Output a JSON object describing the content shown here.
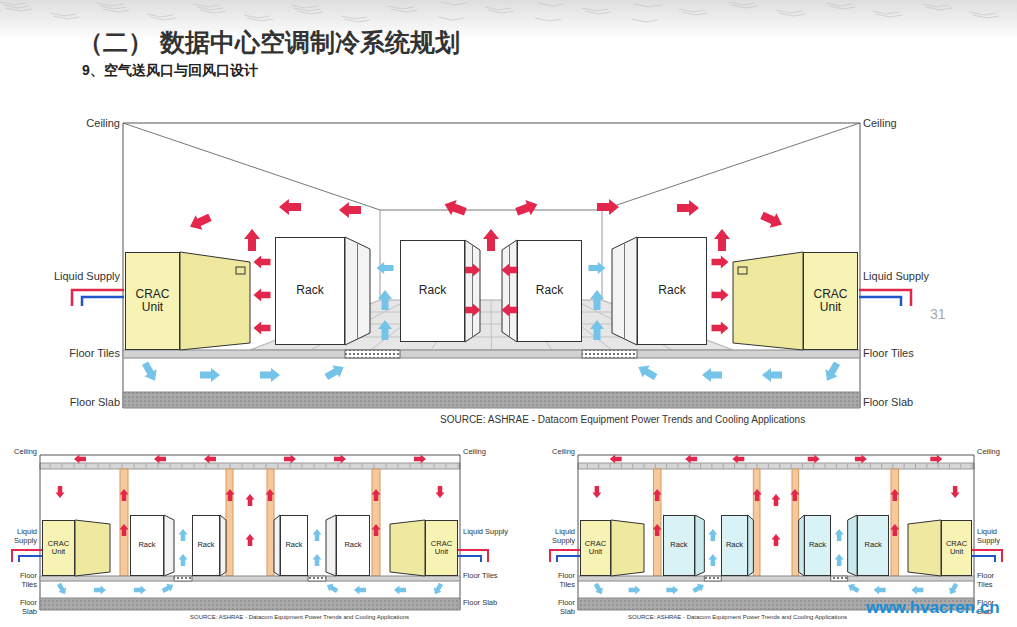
{
  "diagram": {
    "title": "（二） 数据中心空调制冷系统规划",
    "nodes": [
      {
        "text": [
          "CRAC Unit"
        ]
      },
      {
        "text": [
          "Rack"
        ]
      },
      {
        "text": [
          "Rack"
        ]
      },
      {
        "text": [
          "Rack"
        ]
      },
      {
        "text": [
          "Rack"
        ]
      },
      {
        "text": [
          "CRAC Unit"
        ]
      },
      {
        "text": [
          "CRAC Unit"
        ]
      },
      {
        "text": [
          "Rack"
        ]
      },
      {
        "text": [
          "Rack"
        ]
      },
      {
        "text": [
          "Rack"
        ]
      },
      {
        "text": [
          "Rack"
        ]
      },
      {
        "text": [
          "CRAC Unit"
        ]
      },
      {
        "text": [
          "CRAC Unit"
        ]
      },
      {
        "text": [
          "Rack"
        ]
      },
      {
        "text": [
          "Rack"
        ]
      },
      {
        "text": [
          "Rack"
        ]
      },
      {
        "text": [
          "Rack"
        ]
      },
      {
        "text": [
          "CRAC Unit"
        ]
      }
    ],
    "labels": [
      "9、空气送风口与回风口设计",
      "Ceiling",
      "Ceiling",
      "Liquid Supply",
      "Liquid Supply",
      "Floor Tiles",
      "Floor Tiles",
      "Floor Slab",
      "Floor Slab",
      "SOURCE: ASHRAE - Datacom Equipment Power Trends and Cooling Applications",
      "Ceiling",
      "Ceiling",
      "Liquid Supply",
      "Liquid Supply",
      "Floor Tiles",
      "Floor Tiles",
      "Floor Slab",
      "Floor Slab",
      "SOURCE: ASHRAE - Datacom Equipment Power Trends and Cooling Applications",
      "Ceiling",
      "Ceiling",
      "Liquid Supply",
      "Liquid Supply",
      "Floor Tiles",
      "Floor Tiles",
      "Floor Slab",
      "Floor Slab",
      "SOURCE: ASHRAE - Datacom Equipment Power Trends and Cooling Applications",
      "31",
      "www.hvacren.cn"
    ]
  }
}
